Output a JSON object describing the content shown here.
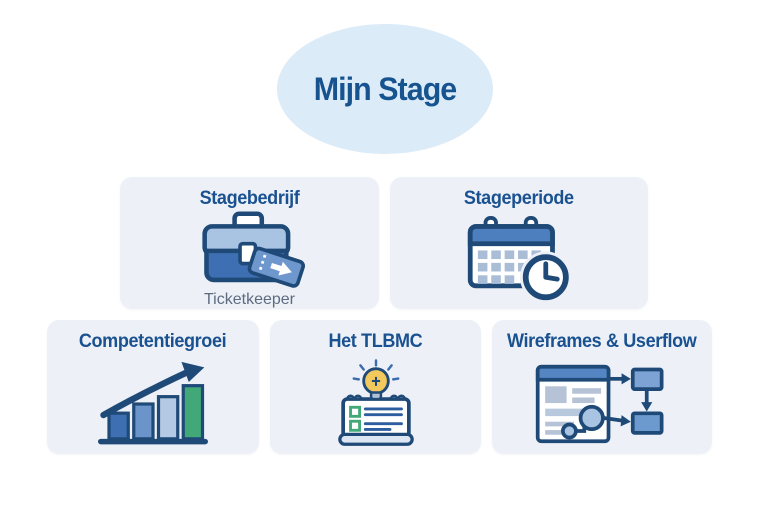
{
  "diagram": {
    "title": "Mijn Stage"
  },
  "cards": [
    {
      "title": "Stagebedrijf",
      "subtitle": "Ticketkeeper",
      "icon": "briefcase-ticket-icon"
    },
    {
      "title": "Stageperiode",
      "icon": "calendar-clock-icon"
    },
    {
      "title": "Competentiegroei",
      "icon": "growth-bar-chart-icon"
    },
    {
      "title": "Het TLBMC",
      "icon": "notepad-lightbulb-icon"
    },
    {
      "title": "Wireframes & Userflow",
      "icon": "wireframe-flowchart-icon"
    }
  ],
  "colors": {
    "page_background": "#ffffff",
    "ellipse_background": "#dcebf8",
    "card_background": "#edf1f7",
    "title_blue": "#1a5190",
    "navy_outline": "#1f4a78",
    "medium_blue": "#3e6fb2",
    "light_blue": "#a9c4e3",
    "subtitle_gray": "#5d6b80",
    "growth_green": "#43a878",
    "bulb_yellow": "#f3c95e"
  }
}
